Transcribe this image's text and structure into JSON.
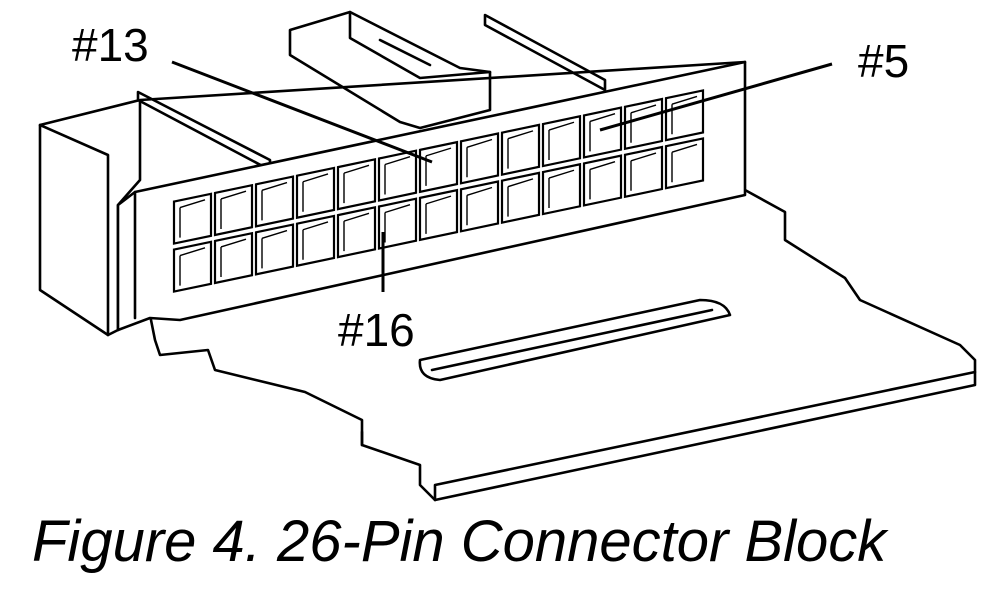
{
  "figure": {
    "caption": "Figure 4. 26-Pin Connector Block",
    "callouts": [
      {
        "id": "pin-13",
        "label": "#13"
      },
      {
        "id": "pin-5",
        "label": "#5"
      },
      {
        "id": "pin-16",
        "label": "#16"
      }
    ],
    "connector": {
      "pin_count": 26,
      "rows": 2,
      "columns": 13
    },
    "line_color": "#000000",
    "background": "#ffffff"
  }
}
